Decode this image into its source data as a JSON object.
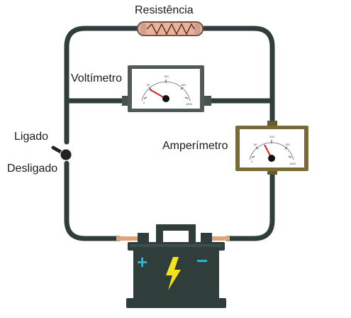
{
  "labels": {
    "resistor": "Resistência",
    "voltmeter": "Voltímetro",
    "ammeter": "Amperímetro",
    "switch_on": "Ligado",
    "switch_off": "Desligado"
  },
  "battery": {
    "positive": "+",
    "negative": "−"
  },
  "meters": {
    "scale_ticks": [
      "0",
      "50",
      "100",
      "150"
    ],
    "unit_label": "150V"
  },
  "colors": {
    "wire": "#2f3d3b",
    "battery_body": "#2f3d3b",
    "battery_sign": "#29b6d8",
    "lightning": "#f6e21b",
    "ammeter_frame": "#7a6a3a",
    "voltmeter_frame": "#515a59",
    "resistor": "#e8b39a",
    "needle": "#d71f1f"
  }
}
